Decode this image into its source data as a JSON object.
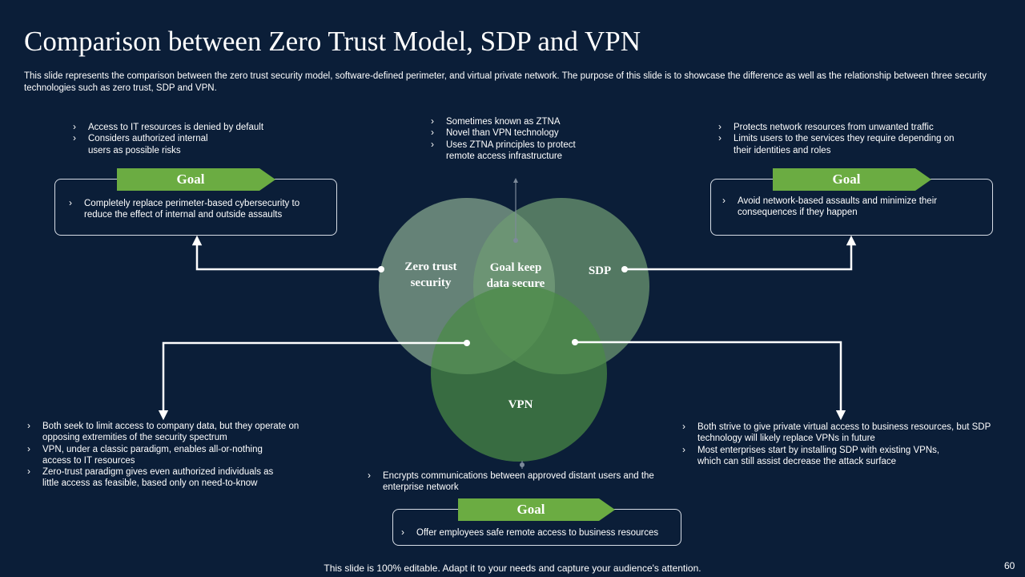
{
  "header": {
    "title": "Comparison between Zero Trust Model, SDP and VPN",
    "subtitle": "This slide represents the comparison between the zero trust security model, software-defined perimeter, and virtual private network. The purpose of this slide is to showcase the difference as well as the relationship between three security technologies such as zero trust, SDP and VPN."
  },
  "zero_trust": {
    "label": "Zero trust security",
    "points": [
      "Access to IT resources is denied by default",
      "Considers authorized internal users as possible risks"
    ],
    "goal_label": "Goal",
    "goal": "Completely replace perimeter-based cybersecurity to reduce the effect of internal and outside assaults"
  },
  "ztna": {
    "points": [
      "Sometimes known as ZTNA",
      "Novel than VPN technology",
      "Uses ZTNA principles to protect remote access infrastructure"
    ]
  },
  "sdp": {
    "label": "SDP",
    "points": [
      "Protects network resources from unwanted traffic",
      "Limits users to the services they require depending on their identities and roles"
    ],
    "goal_label": "Goal",
    "goal": "Avoid network-based assaults and minimize their consequences if they happen"
  },
  "center": {
    "label": "Goal keep data secure"
  },
  "vpn": {
    "label": "VPN",
    "points": [
      "Encrypts communications between approved distant users and the enterprise network"
    ],
    "goal_label": "Goal",
    "goal": "Offer employees safe remote access to business resources"
  },
  "zt_vpn": {
    "points": [
      "Both seek to limit access to company data, but they operate on opposing extremities of the security spectrum",
      "VPN, under a classic paradigm, enables all-or-nothing access to IT resources",
      "Zero-trust paradigm gives even authorized individuals as little access as feasible, based only on need-to-know"
    ]
  },
  "sdp_vpn": {
    "points": [
      "Both strive to give private virtual access to business resources, but SDP technology will likely replace VPNs in future",
      "Most enterprises start by installing SDP with existing VPNs, which can still assist decrease the attack surface"
    ]
  },
  "footer": {
    "note": "This slide is 100% editable. Adapt it to your needs and capture your audience's attention.",
    "page": "60"
  },
  "colors": {
    "background": "#0b1e38",
    "goal_green": "#6bac42",
    "circle_zero_trust": "#6f8f7c",
    "circle_sdp": "#5f8466",
    "circle_vpn": "#3e6e3c"
  }
}
